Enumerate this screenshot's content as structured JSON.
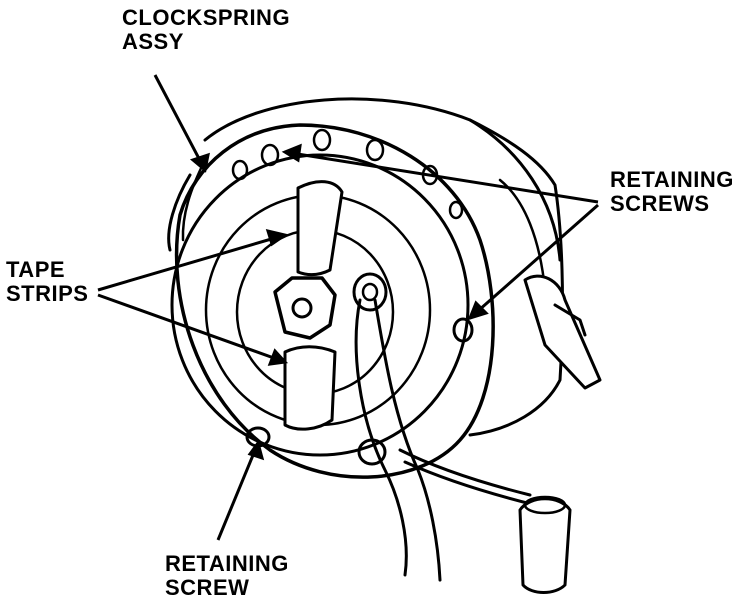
{
  "labels": {
    "clockspring": {
      "line1": "CLOCKSPRING",
      "line2": "ASSY"
    },
    "retaining_screws": {
      "line1": "RETAINING",
      "line2": "SCREWS"
    },
    "tape_strips": {
      "line1": "TAPE",
      "line2": "STRIPS"
    },
    "retaining_screw": {
      "line1": "RETAINING",
      "line2": "SCREW"
    }
  },
  "colors": {
    "ink": "#000000",
    "paper": "#ffffff"
  }
}
